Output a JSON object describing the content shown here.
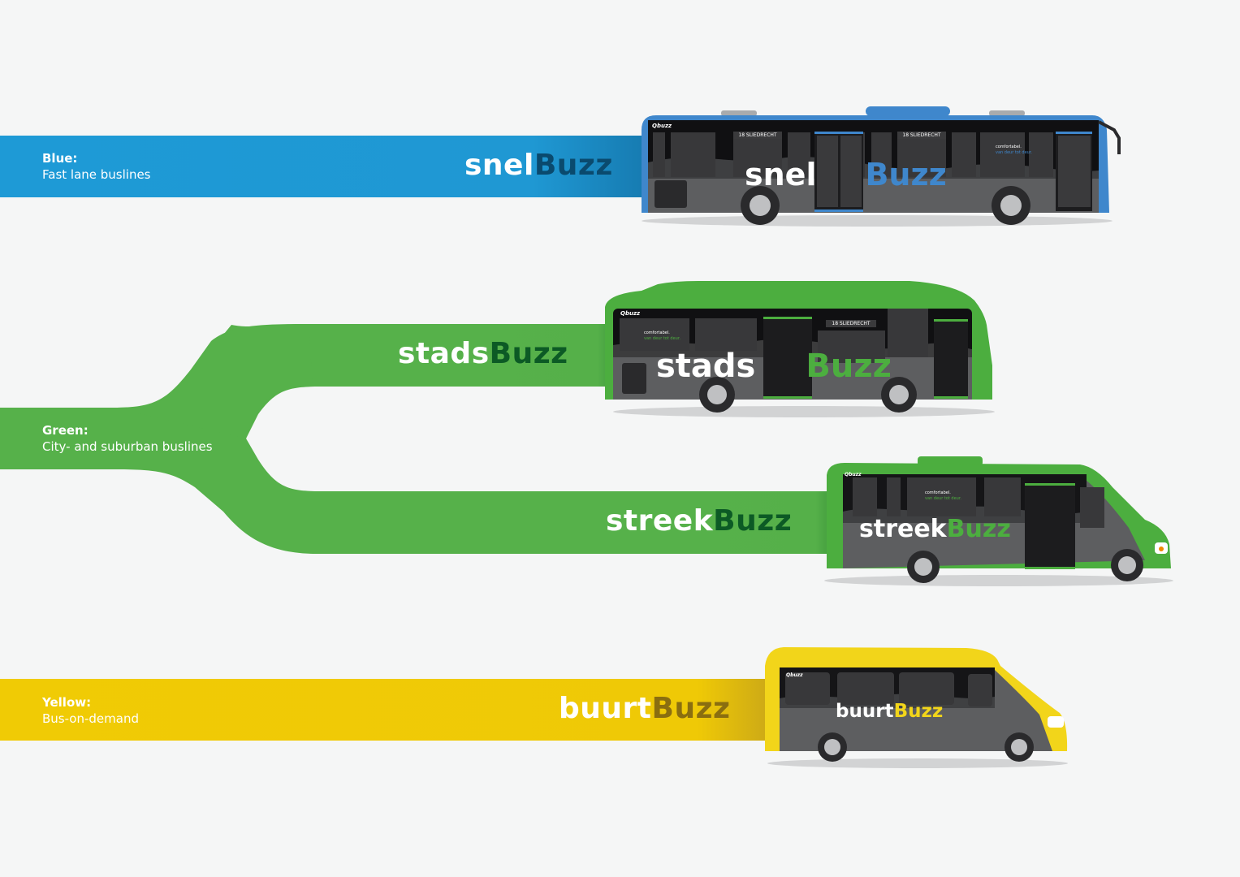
{
  "colors": {
    "blue": "#1e9ad6",
    "blue_dark": "#0a4a6e",
    "blue_bus": "#3f87cc",
    "green": "#56b14a",
    "green_dark": "#0c5a25",
    "green_bus": "#4cae3f",
    "yellow": "#f0cb05",
    "yellow_dark": "#8a6e10",
    "yellow_bus": "#f2d51a",
    "bus_body": "#5d5e60",
    "bus_window": "#101012",
    "background": "#f5f6f6"
  },
  "lines": [
    {
      "id": "blue",
      "category": "Blue:",
      "description": "Fast lane buslines",
      "brands": [
        {
          "prefix": "snel",
          "suffix": "Buzz",
          "bus": {
            "operator": "Qbuzz",
            "destination_signs": [
              "18 SLIEDRECHT",
              "18 SLIEDRECHT"
            ],
            "slogan_line1": "comfortabel.",
            "slogan_line2": "van deur tot deur.",
            "side_prefix": "snel",
            "side_suffix": "Buzz"
          }
        }
      ]
    },
    {
      "id": "green",
      "category": "Green:",
      "description": "City- and suburban buslines",
      "brands": [
        {
          "prefix": "stads",
          "suffix": "Buzz",
          "bus": {
            "operator": "Qbuzz",
            "destination_signs": [
              "18 SLIEDRECHT"
            ],
            "slogan_line1": "comfortabel.",
            "slogan_line2": "van deur tot deur.",
            "side_prefix": "stads",
            "side_suffix": "Buzz"
          }
        },
        {
          "prefix": "streek",
          "suffix": "Buzz",
          "bus": {
            "operator": "Qbuzz",
            "slogan_line1": "comfortabel.",
            "slogan_line2": "van deur tot deur.",
            "side_prefix": "streek",
            "side_suffix": "Buzz"
          }
        }
      ]
    },
    {
      "id": "yellow",
      "category": "Yellow:",
      "description": "Bus-on-demand",
      "brands": [
        {
          "prefix": "buurt",
          "suffix": "Buzz",
          "bus": {
            "operator": "Qbuzz",
            "side_prefix": "buurt",
            "side_suffix": "Buzz"
          }
        }
      ]
    }
  ]
}
